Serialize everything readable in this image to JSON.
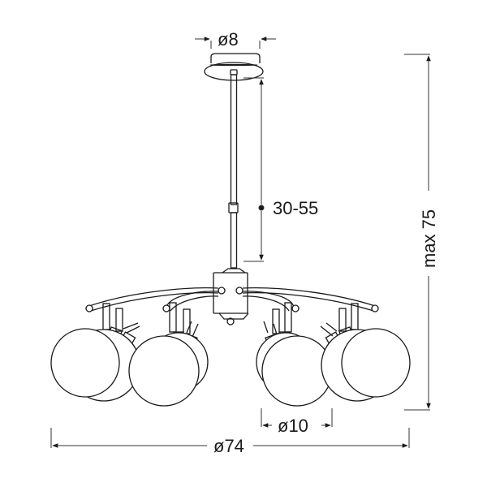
{
  "diagram": {
    "subject": "5-arm ceiling pendant lamp with globe shades",
    "colors": {
      "line": "#1a1a1a",
      "dimension_line": "#333333",
      "background": "#ffffff"
    },
    "dimensions": {
      "canopy_diameter": {
        "label": "ø8"
      },
      "rod_length": {
        "label": "30-55"
      },
      "total_height": {
        "label": "max 75"
      },
      "shade_diameter": {
        "label": "ø10"
      },
      "total_diameter": {
        "label": "ø74"
      }
    }
  }
}
